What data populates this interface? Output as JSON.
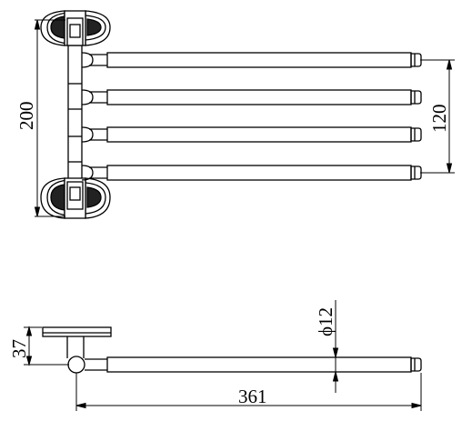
{
  "dimensions": {
    "height_total": "200",
    "bar_spacing_span": "120",
    "bar_diameter": "ϕ12",
    "projection": "37",
    "bar_length": "361"
  },
  "colors": {
    "stroke": "#000000",
    "background": "#ffffff"
  }
}
